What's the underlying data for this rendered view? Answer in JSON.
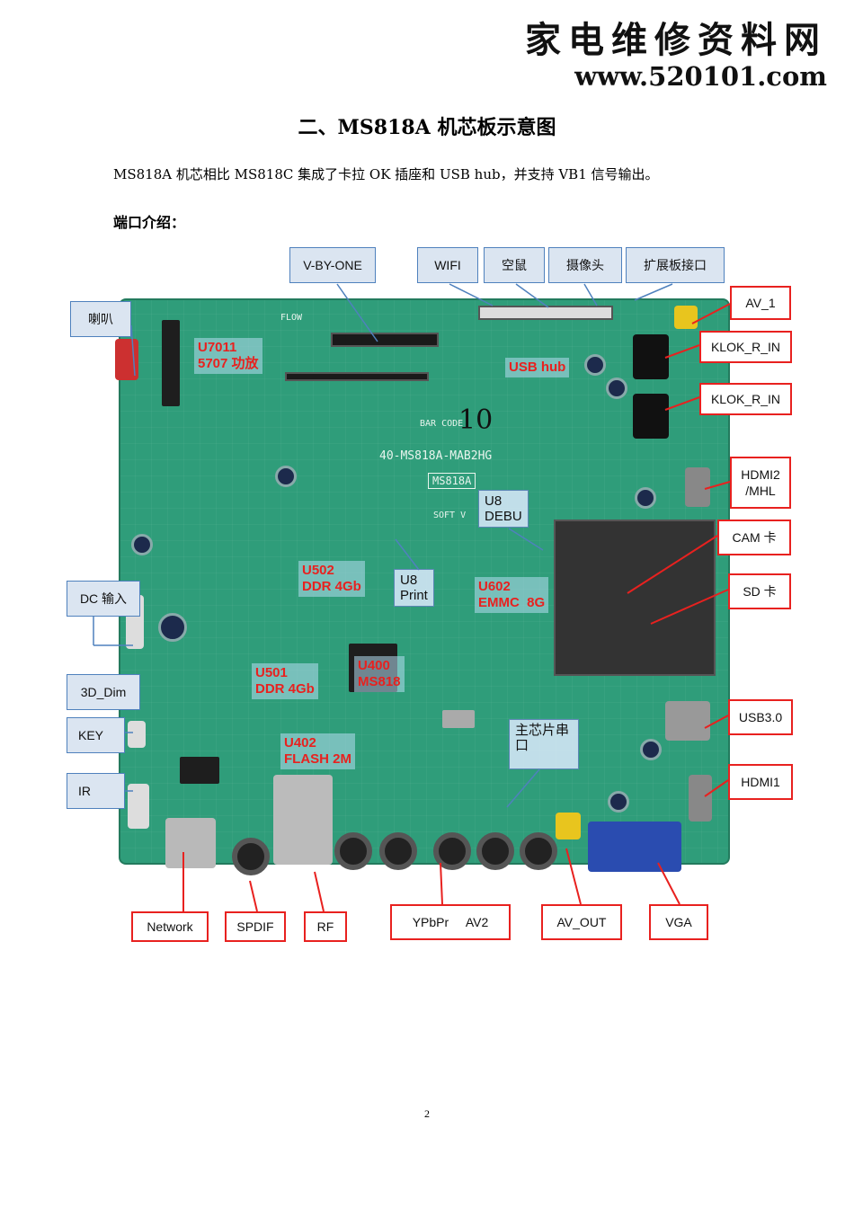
{
  "watermark": {
    "site_cn": "家电维修资料网",
    "url": "www.520101.com"
  },
  "title": "二、MS818A 机芯板示意图",
  "intro": "MS818A 机芯相比 MS818C 集成了卡拉 OK 插座和 USB hub，并支持 VB1 信号输出。",
  "section_heading": "端口介绍：",
  "board_silkscreen": {
    "model": "40-MS818A-MAB2HG",
    "chip": "MS818A",
    "flow": "FLOW",
    "barcode": "BAR CODE",
    "soft": "SOFT V",
    "handwritten": "10"
  },
  "components": {
    "u7011": "U7011\n5707 功放",
    "usb_hub": "USB hub",
    "u8_debug": "U8\nDEBU",
    "u502": "U502\nDDR 4Gb",
    "u8_print": "U8\nPrint",
    "u602": "U602\nEMMC  8G",
    "u501": "U501\nDDR 4Gb",
    "u400": "U400\nMS818",
    "u402": "U402\nFLASH 2M",
    "main_uart": "主芯片串\n口"
  },
  "callouts": {
    "vbyone": "V-BY-ONE",
    "wifi": "WIFI",
    "air_mouse": "空鼠",
    "camera": "摄像头",
    "expansion": "扩展板接口",
    "speaker": "喇叭",
    "av1": "AV_1",
    "klok1": "KLOK_R_IN",
    "klok2": "KLOK_R_IN",
    "hdmi2": "HDMI2\n/MHL",
    "cam": "CAM 卡",
    "sd": "SD 卡",
    "dc": "DC 输入",
    "dim": "3D_Dim",
    "key": "KEY",
    "ir": "IR",
    "usb3": "USB3.0",
    "hdmi1": "HDMI1",
    "network": "Network",
    "spdif": "SPDIF",
    "rf": "RF",
    "ypbpr": "YPbPr     AV2",
    "avout": "AV_OUT",
    "vga": "VGA"
  },
  "page_number": "2",
  "colors": {
    "label_red": "#e8211f",
    "callout_blue": "#4f81bd",
    "board_green": "#2f9d7a"
  }
}
